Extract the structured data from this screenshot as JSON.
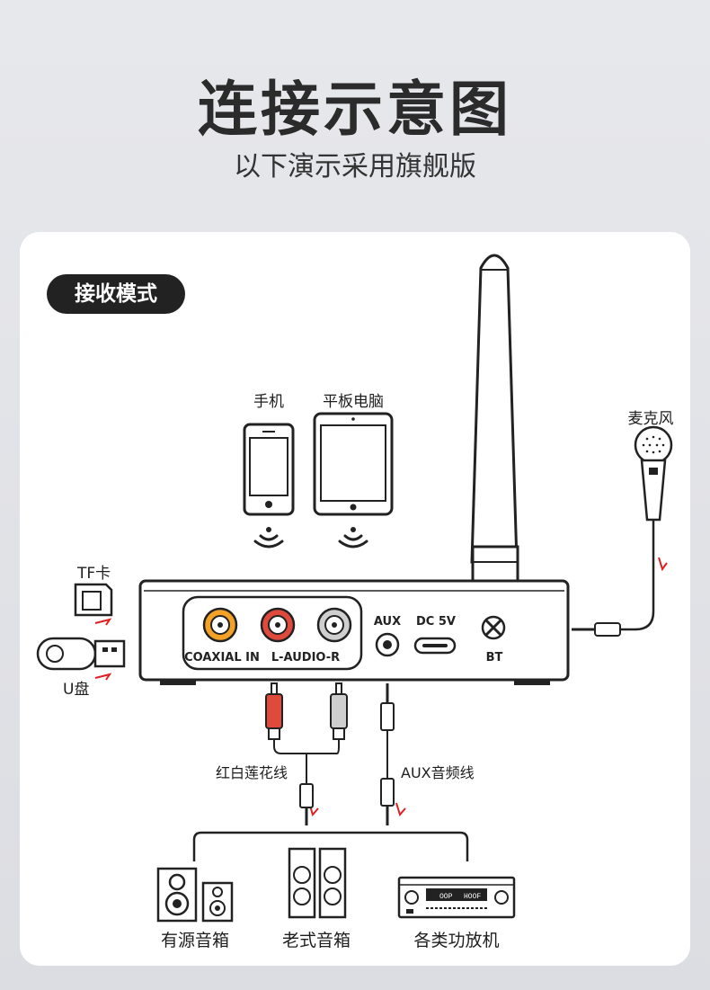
{
  "header": {
    "title": "连接示意图",
    "subtitle": "以下演示采用旗舰版"
  },
  "mode_badge": "接收模式",
  "devices": {
    "phone": "手机",
    "tablet": "平板电脑",
    "microphone": "麦克风",
    "tf_card": "TF卡",
    "usb_drive": "U盘"
  },
  "ports": {
    "coaxial": "COAXIAL IN",
    "audio": "L-AUDIO-R",
    "aux": "AUX",
    "dc": "DC 5V",
    "bt": "BT"
  },
  "cables": {
    "rca": "红白莲花线",
    "aux": "AUX音频线"
  },
  "outputs": {
    "active_speaker": "有源音箱",
    "classic_speaker": "老式音箱",
    "amplifier": "各类功放机"
  },
  "amp_display": {
    "left": "OOP",
    "right": "HOOF"
  }
}
